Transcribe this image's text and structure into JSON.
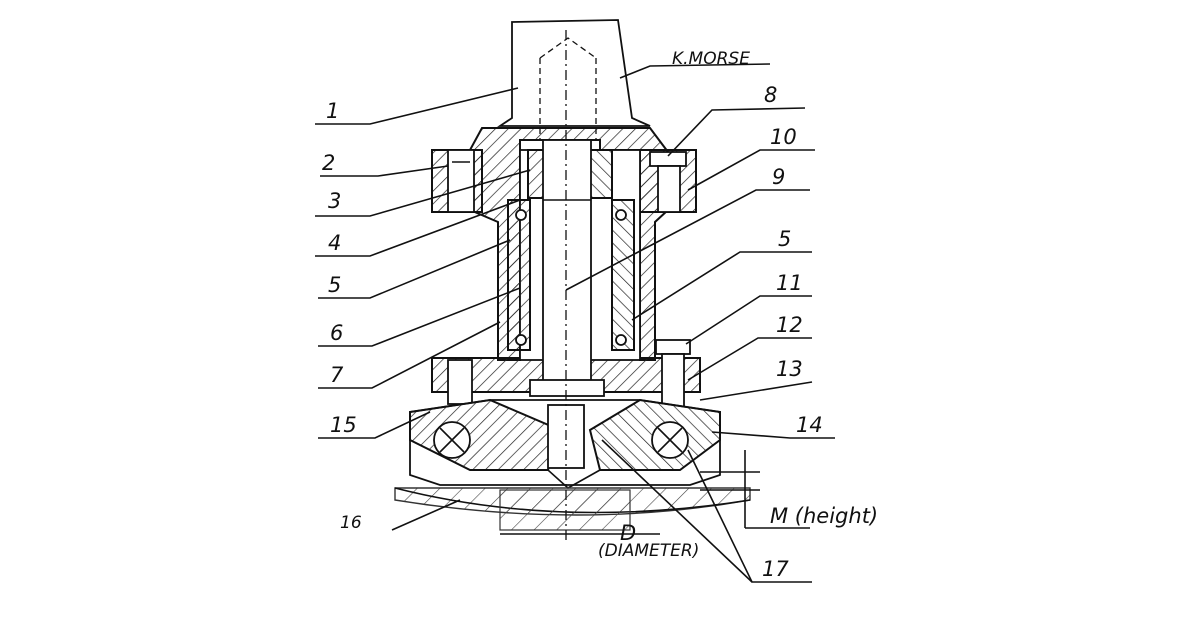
{
  "labels": {
    "morse": "K.MORSE",
    "part1": "1",
    "part2": "2",
    "part3": "3",
    "part4": "4",
    "part5_left": "5",
    "part5_right": "5",
    "part6": "6",
    "part7": "7",
    "part8": "8",
    "part9": "9",
    "part10": "10",
    "part11": "11",
    "part12": "12",
    "part13": "13",
    "part14": "14",
    "part15": "15",
    "part16": "16",
    "part17": "17",
    "dim_m": "M (height)",
    "dim_d": "D",
    "dim_d_note": "(DIAMETER)"
  }
}
